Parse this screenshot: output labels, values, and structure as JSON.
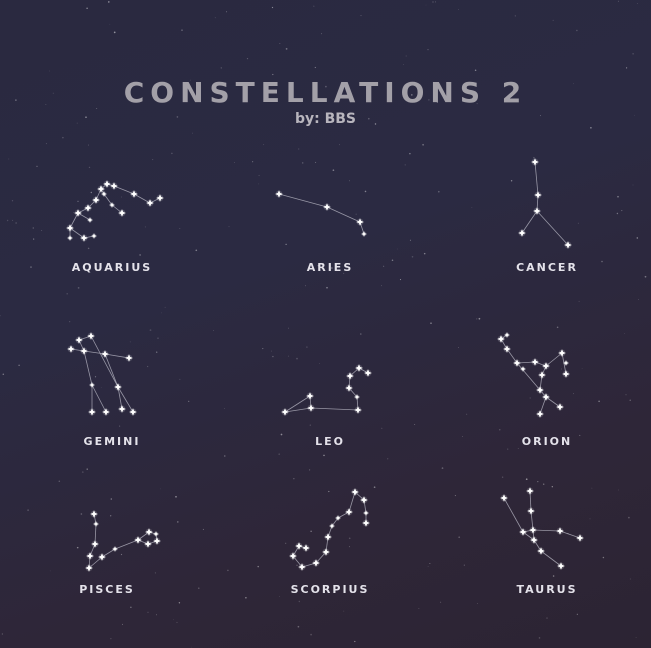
{
  "title": "CONSTELLATIONS 2",
  "byline": "by: BBS",
  "constellations": [
    {
      "name": "AQUARIUS"
    },
    {
      "name": "ARIES"
    },
    {
      "name": "CANCER"
    },
    {
      "name": "GEMINI"
    },
    {
      "name": "LEO"
    },
    {
      "name": "ORION"
    },
    {
      "name": "PISCES"
    },
    {
      "name": "SCORPIUS"
    },
    {
      "name": "TAURUS"
    }
  ],
  "colors": {
    "star": "#ffffff",
    "line": "#bdbcc8",
    "title": "#a3a0a8",
    "label": "#e4e2ea"
  }
}
